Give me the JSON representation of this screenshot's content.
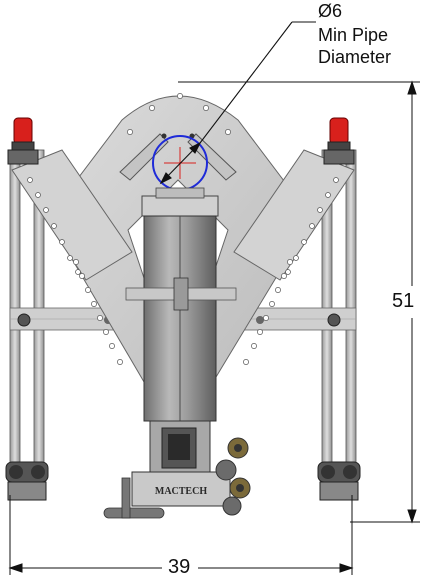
{
  "callout": {
    "diameter": "Ø6",
    "label_line1": "Min Pipe",
    "label_line2": "Diameter"
  },
  "dimensions": {
    "height": "51",
    "width": "39"
  },
  "nameplate": "MACTECH",
  "colors": {
    "frame": "#c9c9c9",
    "frame_dark": "#8a8a8a",
    "column": "#9a9a9a",
    "warning_light": "#d8201c",
    "pipe_circle": "#1f2bd8",
    "crosshair": "#d8201c",
    "dimension_line": "#111111"
  }
}
